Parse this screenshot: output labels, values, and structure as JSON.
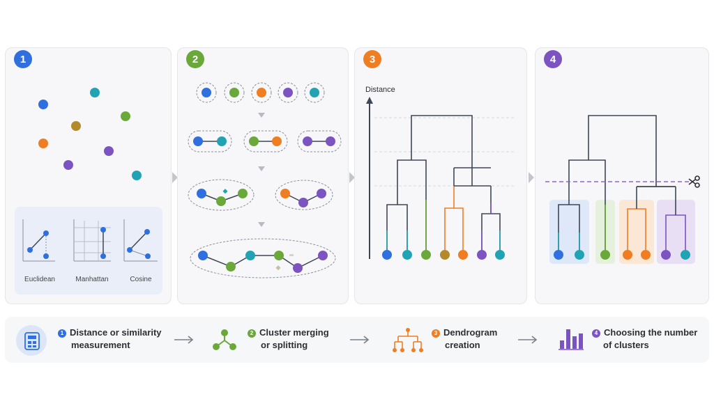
{
  "colors": {
    "blue": "#2f6fe0",
    "teal": "#22a3b3",
    "green": "#6aa83a",
    "orange": "#ef7d22",
    "purple": "#7b54c2",
    "olive": "#b28a2c",
    "gray": "#3d4654"
  },
  "panels": [
    {
      "badge": "1",
      "color": "#2f6fe0"
    },
    {
      "badge": "2",
      "color": "#6aa83a"
    },
    {
      "badge": "3",
      "color": "#ef7d22"
    },
    {
      "badge": "4",
      "color": "#7b54c2"
    }
  ],
  "metrics": {
    "euclidean": "Euclidean",
    "manhattan": "Manhattan",
    "cosine": "Cosine"
  },
  "dendrogram": {
    "axis_label": "Distance"
  },
  "cut_icon": "scissors-icon",
  "steps": [
    {
      "num": "1",
      "line1": "Distance or similarity",
      "line2": "measurement",
      "icon": "calculator-icon"
    },
    {
      "num": "2",
      "line1": "Cluster merging",
      "line2": "or splitting",
      "icon": "network-icon"
    },
    {
      "num": "3",
      "line1": "Dendrogram",
      "line2": "creation",
      "icon": "dendrogram-icon"
    },
    {
      "num": "4",
      "line1": "Choosing the number",
      "line2": "of clusters",
      "icon": "bar-chart-icon"
    }
  ]
}
